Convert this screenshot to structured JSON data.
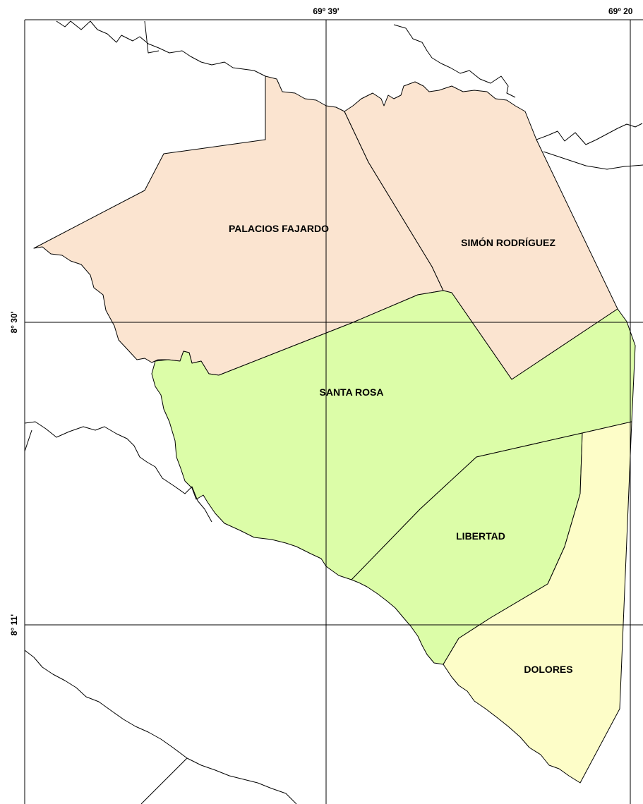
{
  "map": {
    "graticule": {
      "longitudes": [
        "69º 39'",
        "69º 20"
      ],
      "latitudes": [
        "8° 30'",
        "8° 11'"
      ]
    },
    "regions": [
      {
        "name": "PALACIOS FAJARDO",
        "color": "#fbe4d0"
      },
      {
        "name": "SIMÓN RODRÍGUEZ",
        "color": "#fbe4d0"
      },
      {
        "name": "SANTA ROSA",
        "color": "#dcfda8"
      },
      {
        "name": "LIBERTAD",
        "color": "#dcfda8"
      },
      {
        "name": "DOLORES",
        "color": "#fdfdc8"
      }
    ]
  }
}
